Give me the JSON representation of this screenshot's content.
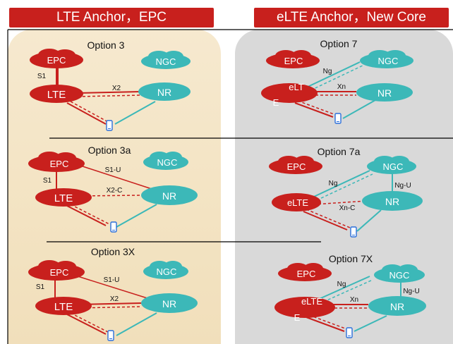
{
  "headers": {
    "left": "LTE Anchor，EPC",
    "right": "eLTE Anchor，New Core"
  },
  "options": {
    "o3": {
      "title": "Option 3",
      "epc": "EPC",
      "ngc": "NGC",
      "lte": "LTE",
      "nr": "NR",
      "s1": "S1",
      "x2": "X2"
    },
    "o3a": {
      "title": "Option 3a",
      "epc": "EPC",
      "ngc": "NGC",
      "lte": "LTE",
      "nr": "NR",
      "s1": "S1",
      "s1u": "S1-U",
      "x2c": "X2-C"
    },
    "o3x": {
      "title": "Option 3X",
      "epc": "EPC",
      "ngc": "NGC",
      "lte": "LTE",
      "nr": "NR",
      "s1": "S1",
      "s1u": "S1-U",
      "x2": "X2"
    },
    "o7": {
      "title": "Option 7",
      "epc": "EPC",
      "ngc": "NGC",
      "elte1": "eLT",
      "elte2": "E",
      "nr": "NR",
      "ng": "Ng",
      "xn": "Xn"
    },
    "o7a": {
      "title": "Option 7a",
      "epc": "EPC",
      "ngc": "NGC",
      "elte": "eLTE",
      "nr": "NR",
      "ng": "Ng",
      "ngu": "Ng-U",
      "xnc": "Xn-C"
    },
    "o7x": {
      "title": "Option 7X",
      "epc": "EPC",
      "ngc": "NGC",
      "elte1": "eLTE",
      "elte2": "E",
      "nr": "NR",
      "ng": "Ng",
      "ngu": "Ng-U",
      "xn": "Xn"
    }
  },
  "colors": {
    "red": "#c8201d",
    "teal": "#3cb8b8",
    "cream": "#f3e3c2",
    "gray": "#d9d9d9"
  }
}
